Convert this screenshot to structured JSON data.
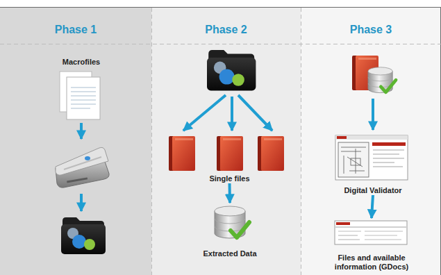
{
  "diagram": {
    "nodes": [
      {
        "text": [
          "Phase 1"
        ]
      },
      {
        "text": [
          "Phase 2"
        ]
      },
      {
        "text": [
          "Phase 3"
        ]
      },
      {
        "text": [
          "Macrofiles"
        ],
        "in": 0
      },
      {
        "text": [
          "Single files"
        ],
        "in": 1
      },
      {
        "text": [
          "Extracted Data"
        ],
        "in": 1
      },
      {
        "text": [
          "Digital Validator"
        ],
        "in": 2
      },
      {
        "text": [
          "Files and available information (GDocs)"
        ],
        "in": 2
      }
    ],
    "edges": [
      {
        "from": 4,
        "to": 5,
        "arrow": "to"
      },
      {
        "from": 6,
        "to": 7,
        "arrow": "to"
      }
    ]
  }
}
